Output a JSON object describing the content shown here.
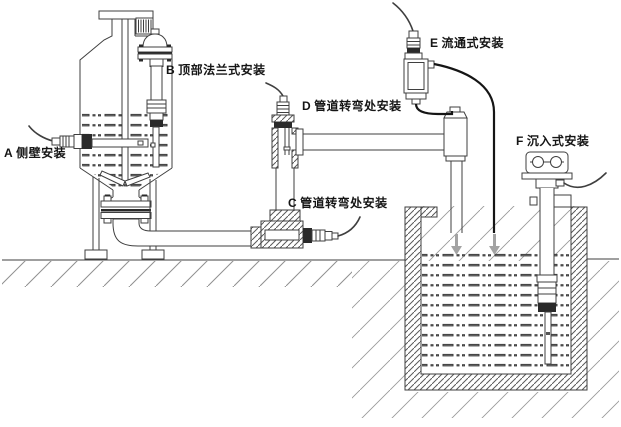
{
  "diagram": {
    "labels": {
      "a": {
        "letter": "A",
        "text": "侧壁安装"
      },
      "b": {
        "letter": "B",
        "text": "顶部法兰式安装"
      },
      "c": {
        "letter": "C",
        "text": "管道转弯处安装"
      },
      "d": {
        "letter": "D",
        "text": "管道转弯处安装"
      },
      "e": {
        "letter": "E",
        "text": "流通式安装"
      },
      "f": {
        "letter": "F",
        "text": "沉入式安装"
      }
    },
    "colors": {
      "line": "#3f3f3f",
      "dark_fill": "#2a2a2a",
      "flow_arrow": "#a3a3a3",
      "hatch": "#8f8f8f",
      "background": "#ffffff"
    }
  }
}
